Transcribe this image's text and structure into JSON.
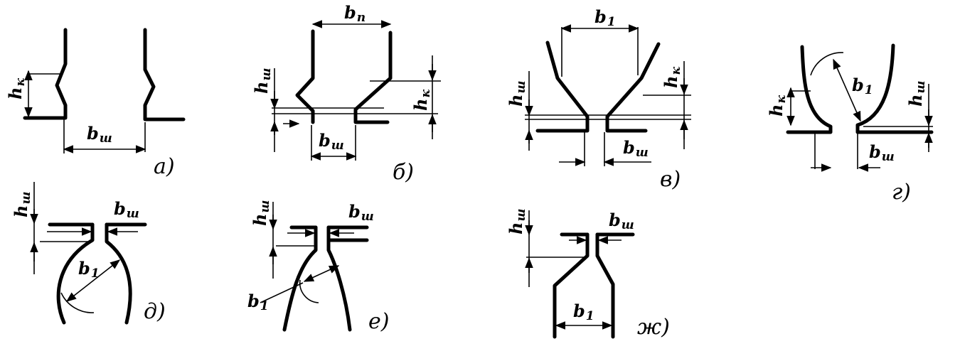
{
  "figures": [
    {
      "caption": "а)",
      "labels": {
        "h": "h",
        "h_sub": "к",
        "b": "b",
        "b_sub": "ш"
      }
    },
    {
      "caption": "б)",
      "labels": {
        "b_top": "b",
        "b_top_sub": "п",
        "h1": "h",
        "h1_sub": "ш",
        "h2": "h",
        "h2_sub": "к",
        "b": "b",
        "b_sub": "ш"
      }
    },
    {
      "caption": "в)",
      "labels": {
        "b_top": "b",
        "b_top_sub": "1",
        "h1": "h",
        "h1_sub": "ш",
        "h2": "h",
        "h2_sub": "к",
        "b": "b",
        "b_sub": "ш"
      }
    },
    {
      "caption": "г)",
      "labels": {
        "h1": "h",
        "h1_sub": "к",
        "b1": "b",
        "b1_sub": "1",
        "h2": "h",
        "h2_sub": "ш",
        "b": "b",
        "b_sub": "ш"
      }
    },
    {
      "caption": "д)",
      "labels": {
        "h": "h",
        "h_sub": "ш",
        "b": "b",
        "b_sub": "ш",
        "b1": "b",
        "b1_sub": "1"
      }
    },
    {
      "caption": "е)",
      "labels": {
        "h": "h",
        "h_sub": "ш",
        "b": "b",
        "b_sub": "ш",
        "b1": "b",
        "b1_sub": "1"
      }
    },
    {
      "caption": "ж)",
      "labels": {
        "h": "h",
        "h_sub": "ш",
        "b": "b",
        "b_sub": "ш",
        "b1": "b",
        "b1_sub": "1"
      }
    }
  ]
}
